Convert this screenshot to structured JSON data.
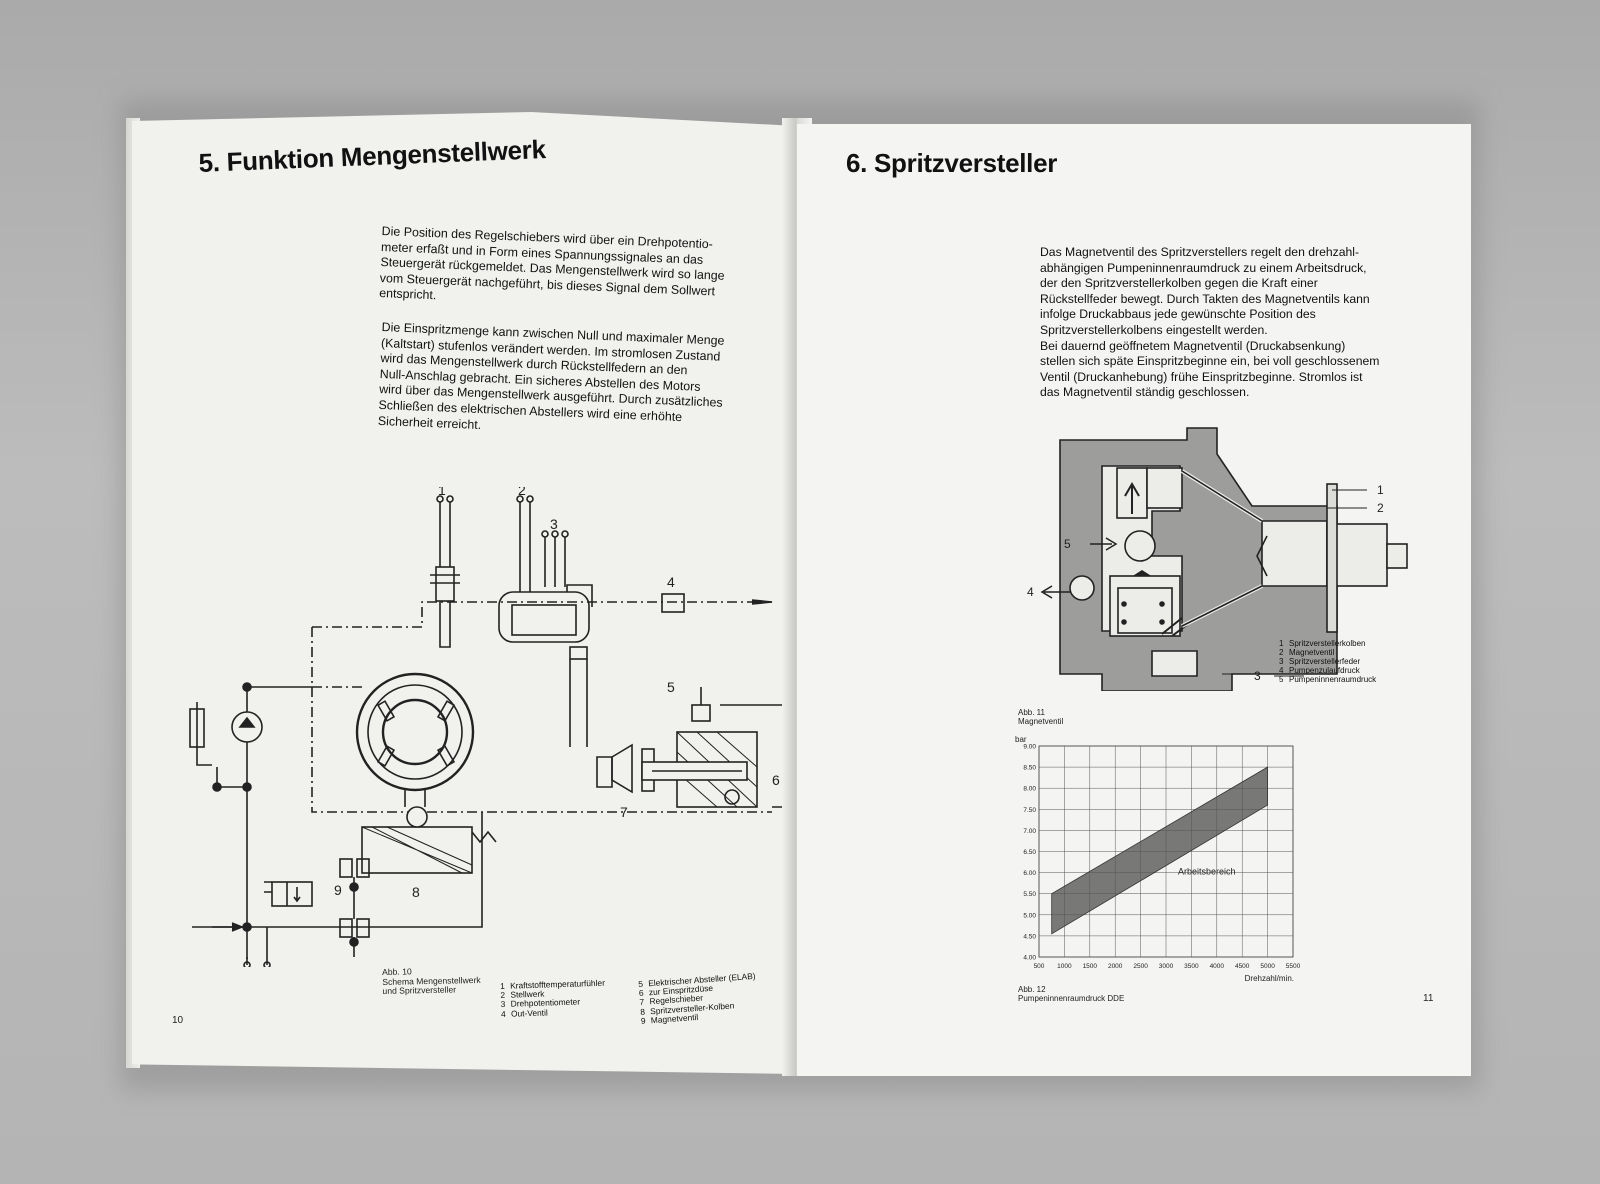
{
  "left_page": {
    "heading": "5. Funktion Mengenstellwerk",
    "paragraph1": [
      "Die Position des Regelschiebers wird über ein Drehpotentio-",
      "meter erfaßt und in Form eines Spannungssignales an das",
      "Steuergerät rückgemeldet. Das Mengenstellwerk wird so lange",
      "vom Steuergerät nachgeführt, bis dieses Signal dem Sollwert",
      "entspricht."
    ],
    "paragraph2": [
      "Die Einspritzmenge kann zwischen Null und maximaler Menge",
      "(Kaltstart) stufenlos verändert werden. Im stromlosen Zustand",
      "wird das Mengenstellwerk durch Rückstellfedern an den",
      "Null-Anschlag gebracht. Ein sicheres Abstellen des Motors",
      "wird über das Mengenstellwerk ausgeführt. Durch zusätzliches",
      "Schließen des elektrischen Abstellers wird eine erhöhte",
      "Sicherheit erreicht."
    ],
    "diagram_labels": [
      "1",
      "2",
      "3",
      "4",
      "5",
      "6",
      "7",
      "8",
      "9"
    ],
    "figure_caption": [
      "Abb. 10",
      "Schema Mengenstellwerk",
      "und Spritzversteller"
    ],
    "legend_col1": [
      {
        "n": "1",
        "t": "Kraftstofftemperaturfühler"
      },
      {
        "n": "2",
        "t": "Stellwerk"
      },
      {
        "n": "3",
        "t": "Drehpotentiometer"
      },
      {
        "n": "4",
        "t": "Out-Ventil"
      }
    ],
    "legend_col2": [
      {
        "n": "5",
        "t": "Elektrischer Absteller (ELAB)"
      },
      {
        "n": "6",
        "t": "zur Einspritzdüse"
      },
      {
        "n": "7",
        "t": "Regelschieber"
      },
      {
        "n": "8",
        "t": "Spritzversteller-Kolben"
      },
      {
        "n": "9",
        "t": "Magnetventil"
      }
    ],
    "page_number": "10"
  },
  "right_page": {
    "heading": "6. Spritzversteller",
    "paragraph": [
      "Das Magnetventil des Spritzverstellers regelt den drehzahl-",
      "abhängigen Pumpeninnenraumdruck zu einem Arbeitsdruck,",
      "der den Spritzverstellerkolben gegen die Kraft einer",
      "Rückstellfeder bewegt. Durch Takten des Magnetventils kann",
      "infolge Druckabbaus jede gewünschte Position des",
      "Spritzverstellerkolbens eingestellt werden.",
      "Bei dauernd geöffnetem Magnetventil (Druckabsenkung)",
      "stellen sich späte Einspritzbeginne ein, bei voll geschlossenem",
      "Ventil (Druckanhebung) frühe Einspritzbeginne. Stromlos ist",
      "das Magnetventil ständig geschlossen."
    ],
    "diagram_labels": [
      "1",
      "2",
      "3",
      "4",
      "5"
    ],
    "diagram_legend": [
      {
        "n": "1",
        "t": "Spritzverstellerkolben"
      },
      {
        "n": "2",
        "t": "Magnetventil"
      },
      {
        "n": "3",
        "t": "Spritzverstellerfeder"
      },
      {
        "n": "4",
        "t": "Pumpenzulaufdruck"
      },
      {
        "n": "5",
        "t": "Pumpeninnenraumdruck"
      }
    ],
    "figure11_caption": [
      "Abb. 11",
      "Magnetventil"
    ],
    "figure12_caption": [
      "Abb. 12",
      "Pumpeninnenraumdruck DDE"
    ],
    "page_number": "11"
  },
  "chart_data": {
    "type": "area",
    "ylabel": "bar",
    "xlabel": "Drehzahl/min.",
    "x_ticks": [
      500,
      1000,
      1500,
      2000,
      2500,
      3000,
      3500,
      4000,
      4500,
      5000,
      5500
    ],
    "y_ticks": [
      "4.00",
      "4.50",
      "5.00",
      "5.50",
      "6.00",
      "6.50",
      "7.00",
      "7.50",
      "8.00",
      "8.50",
      "9.00"
    ],
    "xlim": [
      500,
      5500
    ],
    "ylim": [
      4.0,
      9.0
    ],
    "grid": true,
    "series": [
      {
        "name": "Arbeitsbereich",
        "x": [
          750,
          5000
        ],
        "lower": [
          4.55,
          7.6
        ],
        "upper": [
          5.5,
          8.5
        ]
      }
    ]
  }
}
